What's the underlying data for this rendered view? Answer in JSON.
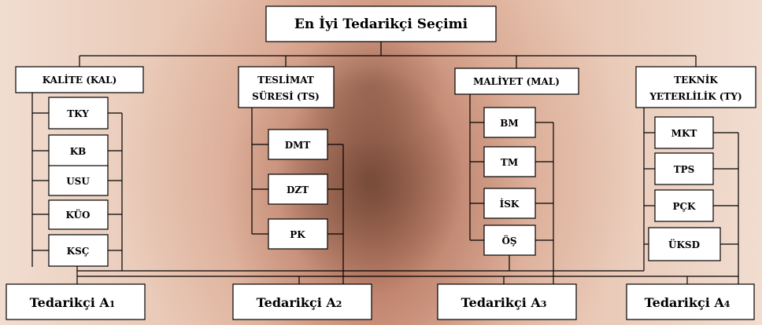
{
  "goal": "En İyi Tedarikçi Seçimi",
  "criteria": [
    {
      "lines": [
        "KALİTE (KAL)"
      ],
      "subs": [
        "TKY",
        "KB",
        "USU",
        "KÜO",
        "KSÇ"
      ]
    },
    {
      "lines": [
        "TESLİMAT",
        "SÜRESİ (TS)"
      ],
      "subs": [
        "DMT",
        "DZT",
        "PK"
      ]
    },
    {
      "lines": [
        "MALİYET (MAL)"
      ],
      "subs": [
        "BM",
        "TM",
        "İSK",
        "ÖŞ"
      ]
    },
    {
      "lines": [
        "TEKNİK",
        "YETERLİLİK (TY)"
      ],
      "subs": [
        "MKT",
        "TPS",
        "PÇK",
        "ÜKSD"
      ]
    }
  ],
  "alternatives": [
    {
      "label": "Tedarikçi A",
      "sub": "1"
    },
    {
      "label": "Tedarikçi A",
      "sub": "2"
    },
    {
      "label": "Tedarikçi A",
      "sub": "3"
    },
    {
      "label": "Tedarikçi A",
      "sub": "4"
    }
  ],
  "colors": {
    "line": "#000000",
    "box": "#ffffff"
  }
}
